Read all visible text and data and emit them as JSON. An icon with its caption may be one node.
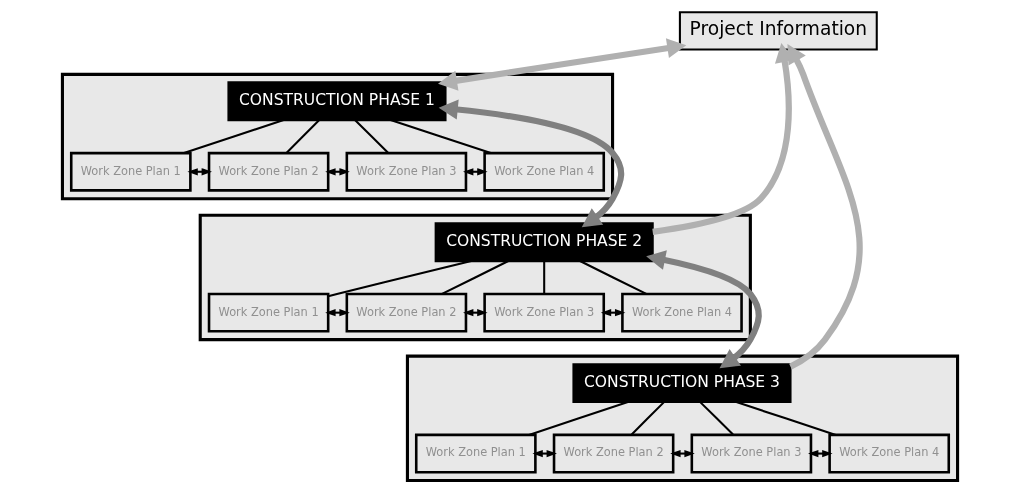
{
  "diagram": {
    "nodes": [
      {
        "text": [
          "Project Information"
        ]
      },
      {
        "text": [],
        "shape": "box"
      },
      {
        "text": [
          "CONSTRUCTION PHASE 1"
        ],
        "in": 1
      },
      {
        "text": [
          "Work Zone Plan 1"
        ],
        "in": 1
      },
      {
        "text": [
          "Work Zone Plan 2"
        ],
        "in": 1
      },
      {
        "text": [
          "Work Zone Plan 3"
        ],
        "in": 1
      },
      {
        "text": [
          "Work Zone Plan 4"
        ],
        "in": 1
      },
      {
        "text": [],
        "shape": "box"
      },
      {
        "text": [
          "CONSTRUCTION PHASE 2"
        ],
        "in": 7
      },
      {
        "text": [
          "Work Zone Plan 1"
        ],
        "in": 7
      },
      {
        "text": [
          "Work Zone Plan 2"
        ],
        "in": 7
      },
      {
        "text": [
          "Work Zone Plan 3"
        ],
        "in": 7
      },
      {
        "text": [
          "Work Zone Plan 4"
        ],
        "in": 7
      },
      {
        "text": [],
        "shape": "box"
      },
      {
        "text": [
          "CONSTRUCTION PHASE 3"
        ],
        "in": 13
      },
      {
        "text": [
          "Work Zone Plan 1"
        ],
        "in": 13
      },
      {
        "text": [
          "Work Zone Plan 2"
        ],
        "in": 13
      },
      {
        "text": [
          "Work Zone Plan 3"
        ],
        "in": 13
      },
      {
        "text": [
          "Work Zone Plan 4"
        ],
        "in": 13
      }
    ],
    "edges": [
      {
        "from": 2,
        "to": 0,
        "arrow": "both",
        "style": "thick",
        "color": "#b0b0b0"
      },
      {
        "from": 2,
        "to": 8,
        "arrow": "both",
        "style": "thick",
        "color": "#808080"
      },
      {
        "from": 8,
        "to": 0,
        "arrow": "to",
        "style": "thick",
        "color": "#b0b0b0"
      },
      {
        "from": 8,
        "to": 14,
        "arrow": "both",
        "style": "thick",
        "color": "#808080"
      },
      {
        "from": 14,
        "to": 0,
        "arrow": "to",
        "style": "thick",
        "color": "#b0b0b0"
      },
      {
        "from": 2,
        "to": 3,
        "arrow": "none"
      },
      {
        "from": 2,
        "to": 4,
        "arrow": "none"
      },
      {
        "from": 2,
        "to": 5,
        "arrow": "none"
      },
      {
        "from": 2,
        "to": 6,
        "arrow": "none"
      },
      {
        "from": 3,
        "to": 4,
        "arrow": "both"
      },
      {
        "from": 4,
        "to": 5,
        "arrow": "both"
      },
      {
        "from": 5,
        "to": 6,
        "arrow": "both"
      },
      {
        "from": 8,
        "to": 9,
        "arrow": "none"
      },
      {
        "from": 8,
        "to": 10,
        "arrow": "none"
      },
      {
        "from": 8,
        "to": 11,
        "arrow": "none"
      },
      {
        "from": 8,
        "to": 12,
        "arrow": "none"
      },
      {
        "from": 9,
        "to": 10,
        "arrow": "both"
      },
      {
        "from": 10,
        "to": 11,
        "arrow": "both"
      },
      {
        "from": 11,
        "to": 12,
        "arrow": "both"
      },
      {
        "from": 14,
        "to": 15,
        "arrow": "none"
      },
      {
        "from": 14,
        "to": 16,
        "arrow": "none"
      },
      {
        "from": 14,
        "to": 17,
        "arrow": "none"
      },
      {
        "from": 14,
        "to": 18,
        "arrow": "none"
      },
      {
        "from": 15,
        "to": 16,
        "arrow": "both"
      },
      {
        "from": 16,
        "to": 17,
        "arrow": "both"
      },
      {
        "from": 17,
        "to": 18,
        "arrow": "both"
      }
    ]
  }
}
